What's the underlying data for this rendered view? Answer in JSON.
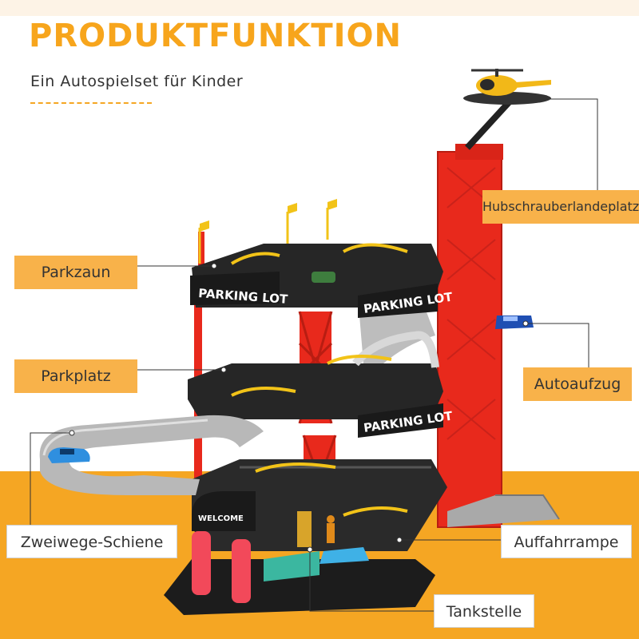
{
  "header": {
    "title": "PRODUKTFUNKTION",
    "subtitle": "Ein Autospielset für Kinder"
  },
  "labels": {
    "helipad": "Hubschrauberlandeplatz",
    "fence": "Parkzaun",
    "parking": "Parkplatz",
    "elevator": "Autoaufzug",
    "track": "Zweiwege-Schiene",
    "ramp": "Auffahrrampe",
    "station": "Tankstelle"
  },
  "signs": {
    "parking_lot": "PARKING LOT",
    "welcome": "WELCOME"
  },
  "colors": {
    "accent": "#f7a51c",
    "tower_red": "#e8291c",
    "deck_black": "#1c1c1c",
    "track_grey": "#b8b8b8",
    "rail_yellow": "#f2c318"
  }
}
